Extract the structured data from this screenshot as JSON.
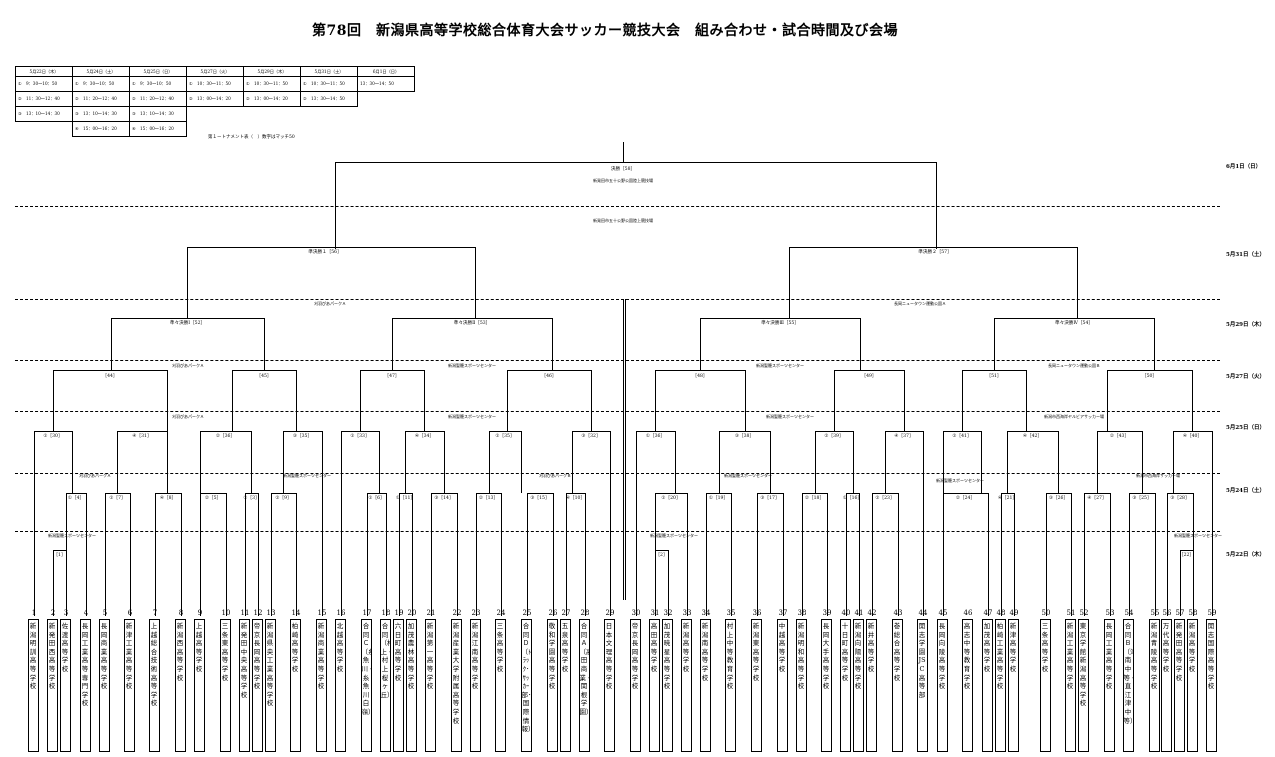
{
  "document": {
    "title": "第78回　新潟県高等学校総合体育大会サッカー競技大会　組み合わせ・試合時間及び会場",
    "note": "第１ートナメント表（　）数字はマッチ50"
  },
  "schedule": {
    "headers": [
      "5月22日（木）",
      "5月24日（土）",
      "5月25日（日）",
      "5月27日（火）",
      "5月29日（木）",
      "5月31日（土）",
      "6月1日（日）"
    ],
    "rows": [
      [
        "①　9：30〜10：50",
        "①　9：30〜10：50",
        "①　9：30〜10：50",
        "①　10：30〜11：50",
        "①　10：30〜11：50",
        "①　10：30〜11：50",
        "13：30〜14：50"
      ],
      [
        "②　11：30〜12：40",
        "②　11：20〜12：40",
        "②　11：20〜12：40",
        "②　13：00〜14：20",
        "②　13：00〜14：20",
        "②　13：30〜14：50",
        ""
      ],
      [
        "③　13：10〜14：30",
        "③　13：10〜14：30",
        "③　13：10〜14：30",
        "",
        "",
        "",
        ""
      ],
      [
        "",
        "④　15：00〜16：20",
        "④　15：00〜16：20",
        "",
        "",
        "",
        ""
      ]
    ]
  },
  "dates": [
    "6月1日（日）",
    "5月31日（土）",
    "5月29日（木）",
    "5月27日（火）",
    "5月25日（日）",
    "5月24日（土）",
    "5月22日（木）"
  ],
  "rounds": {
    "final": "決勝［58］",
    "final_venue": "新発田市五十公野公園陸上競技場",
    "semi_venue": "新発田市五十公野公園陸上競技場",
    "semi1": "準決勝１［56］",
    "semi2": "準決勝２［57］",
    "qf": [
      "準々決勝Ⅰ［52］",
      "準々決勝Ⅱ［53］",
      "準々決勝Ⅲ［55］",
      "準々決勝Ⅳ［54］"
    ],
    "r3": [
      "［44］",
      "［45］",
      "［47］",
      "［46］",
      "［48］",
      "［49］",
      "［51］",
      "［50］"
    ],
    "r2": [
      "①［30］",
      "④［31］",
      "②［36］",
      "③［35］",
      "①［33］",
      "④［34］",
      "①［35］",
      "③［32］",
      "①［36］",
      "③［38］",
      "②［39］",
      "④［37］",
      "②［41］",
      "④［42］",
      "②［43］",
      "④［40］"
    ],
    "r1": [
      "①［4］",
      "①［7］",
      "④［8］",
      "②［5］",
      "①［3］",
      "②［9］",
      "①［6］",
      "①［11］",
      "③［14］",
      "②［13］",
      "③［15］",
      "④［10］",
      "①［20］",
      "①［19］",
      "③［17］",
      "②［18］",
      "①［16］",
      "②［23］",
      "②［24］",
      "④［21］",
      "③［26］",
      "④［27］",
      "③［25］",
      "③［28］"
    ],
    "r0": [
      "［1］",
      "［2］",
      "［22］"
    ]
  },
  "venues": {
    "r4_left": "刈羽ぴあパークＡ",
    "r4_right": "長岡ニュータウン運動公園Ａ",
    "r3": [
      "刈羽ぴあパークＡ",
      "新潟聖籠スポーツセンター",
      "新潟聖籠スポーツセンター",
      "長岡ニュータウン運動公園Ｂ"
    ],
    "r2": [
      "刈羽ぴあパークＡ",
      "新潟聖籠スポーツセンター",
      "新潟聖籠スポーツセンター",
      "新潟市西海岸ヤルビアサッカー場"
    ],
    "r1": [
      "刈羽ぴあパークＡ",
      "新潟聖籠スポーツセンター",
      "刈羽ぴあパークＢ",
      "新潟聖籠スポーツセンター",
      "新潟聖籠スポーツセンター",
      "新潟市西海岸サッカー場"
    ],
    "r0": [
      "新潟聖籠スポーツセンター",
      "新潟聖籠スポーツセンター",
      "新潟聖籠スポーツセンター"
    ]
  },
  "teams": [
    "新潟明訓高等学校",
    "新発田西高等学校",
    "佐渡高等学校",
    "長岡工業高等専門学校",
    "長岡商業高等学校",
    "新津工業高等学校",
    "上越総合技術高等学校",
    "新潟西高等学校",
    "上越高等学校",
    "三条東高等学校",
    "新発田中央高等学校",
    "帝京長岡高等学校",
    "新潟県央工業高等学校",
    "柏崎高等学校",
    "新潟商業高等学校",
    "北越高等学校",
    "合同Ｃ（糸魚川・糸魚川白嶺）",
    "合同（村上・村上桜ヶ丘）",
    "六日町高等学校",
    "加茂農林高等学校",
    "新潟第一高等学校",
    "新潟産業大学附属高等学校",
    "新潟江南高等学校",
    "三条高等学校",
    "合同Ｄ（ﾄﾗｯｸ･ｻｯｶｰ部･国際情報）",
    "敬和学園高等学校",
    "五泉高等学校",
    "合同Ａ（高田商業・関根学園）",
    "日本文理高等学校",
    "帝京長岡高等学校",
    "高田高等学校",
    "加茂暁星高等学校",
    "新潟高等学校",
    "新潟南高等学校",
    "村上中等教育学校",
    "新潟東高等学校",
    "中越高等学校",
    "新潟明和高等学校",
    "長岡大手高等学校",
    "十日町高等学校",
    "新潟向陽高等学校",
    "新井高等学校",
    "巻総合高等学校",
    "開志学園JSC高等部",
    "長岡向陵高等学校",
    "高志中等教育学校",
    "加茂高等学校",
    "柏崎工業高等学校",
    "新津高等学校",
    "三条高等学校",
    "新潟工業高等学校",
    "東京学館新潟高等学校",
    "長岡工業高等学校",
    "合同Ｂ（津南中等・直江津中等）",
    "新潟青陵高等学校",
    "万代高等学校",
    "新発田高等学校",
    "新潟高等学校",
    "開志国際高等学校"
  ]
}
